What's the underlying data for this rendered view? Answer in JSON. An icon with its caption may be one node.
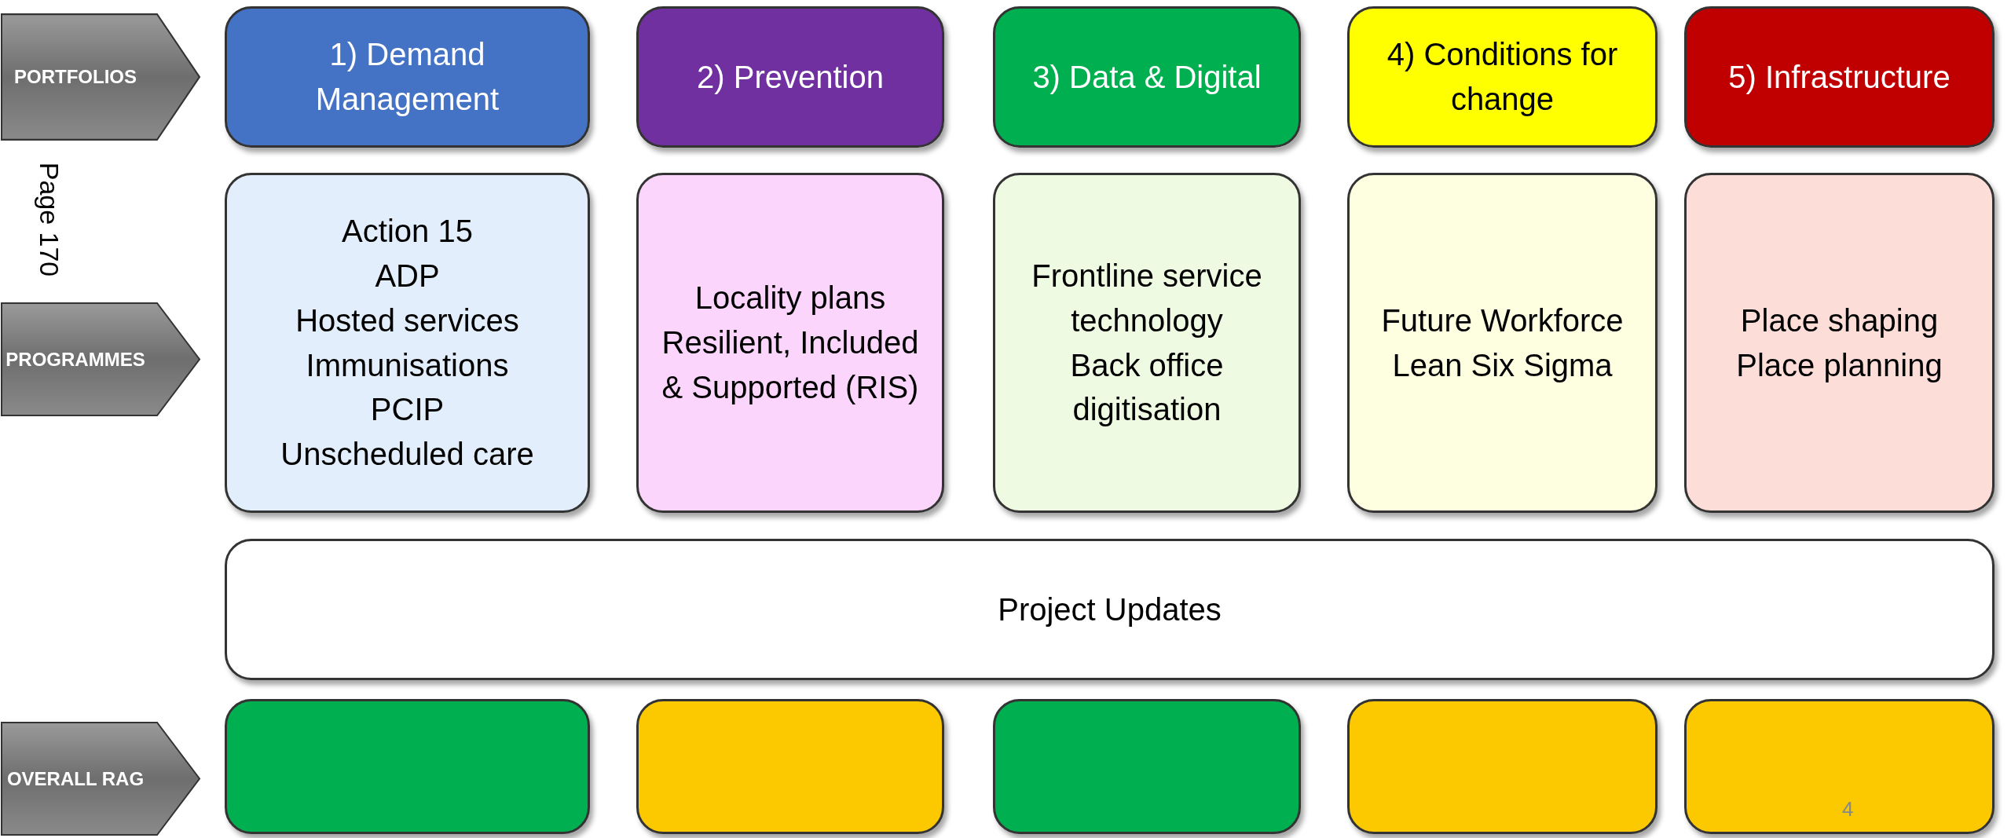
{
  "diagram": {
    "nodes": [
      {
        "text": [
          "PORTFOLIOS"
        ]
      },
      {
        "text": [
          "1) Demand Management"
        ]
      },
      {
        "text": [
          "2) Prevention"
        ]
      },
      {
        "text": [
          "3) Data & Digital"
        ]
      },
      {
        "text": [
          "4) Conditions for change"
        ]
      },
      {
        "text": [
          "5) Infrastructure"
        ]
      },
      {
        "text": [
          "PROGRAMMES"
        ]
      },
      {
        "text": [
          "Action 15",
          "ADP",
          "Hosted services",
          "Immunisations",
          "PCIP",
          "Unscheduled care"
        ]
      },
      {
        "text": [
          "Locality plans",
          "Resilient, Included & Supported (RIS)"
        ]
      },
      {
        "text": [
          "Frontline service technology",
          "Back office digitisation"
        ]
      },
      {
        "text": [
          "Future Workforce",
          "Lean Six Sigma"
        ]
      },
      {
        "text": [
          "Place shaping",
          "Place planning"
        ]
      },
      {
        "text": [
          "Project Updates"
        ]
      },
      {
        "text": [
          "OVERALL RAG"
        ]
      },
      {
        "text": [],
        "shape": "box"
      },
      {
        "text": [],
        "shape": "box"
      },
      {
        "text": [],
        "shape": "box"
      },
      {
        "text": [],
        "shape": "box"
      },
      {
        "text": [],
        "shape": "box"
      }
    ],
    "labels": [
      "Page 170",
      "4"
    ]
  }
}
